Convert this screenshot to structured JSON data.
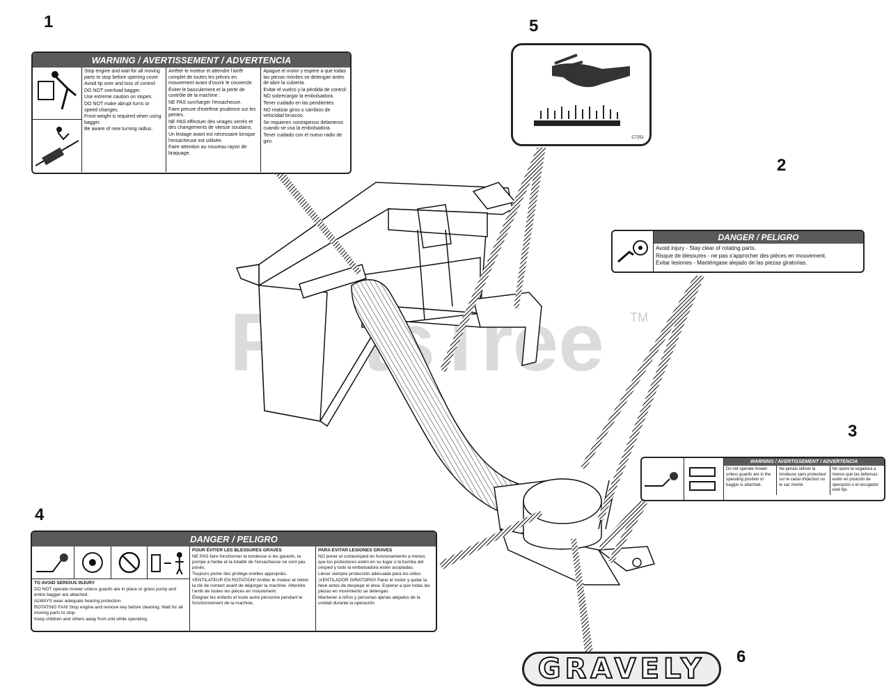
{
  "callouts": [
    "1",
    "2",
    "3",
    "4",
    "5",
    "6"
  ],
  "watermark": "PartsTree",
  "watermark_tm": "TM",
  "decal1": {
    "header": "WARNING / AVERTISSEMENT / ADVERTENCIA",
    "en": [
      "Stop engine and wait for all moving parts to stop before opening cover.",
      "Avoid tip over and loss of control:",
      "DO NOT overload bagger.",
      "Use extreme caution on slopes.",
      "DO NOT make abrupt turns or speed changes.",
      "Front weight is required when using bagger.",
      "Be aware of new turning radius."
    ],
    "fr": [
      "Arrêter le moteur et attendre l'arrêt complet de toutes les pièces en mouvement avant d'ouvrir le couvercle.",
      "Éviter le basculement et la perte de contrôle de la machine :",
      "NE PAS surcharger l'ensacheuse.",
      "Faire preuve d'extrême prudence sur les pentes.",
      "NE PAS effectuer des virages serrés et des changements de vitesse soudains.",
      "Un lestage avant est nécessaire lorsque l'ensacheuse est utilisée.",
      "Faire attention au nouveau rayon de braquage."
    ],
    "es": [
      "Apague el motor y espere a que todas las piezas móviles se detengan antes de abrir la cubierta.",
      "Evitar el vuelco y la pérdida de control:",
      "NO sobrecargar la embolsadora.",
      "Tener cuidado en las pendientes.",
      "NO realizar giros o cambios de velocidad bruscos.",
      "Se requieren contrapesos delanteros cuando se usa la embolsadora.",
      "Tener cuidado con el nuevo radio de giro."
    ]
  },
  "decal2": {
    "header": "DANGER / PELIGRO",
    "lines": [
      "Avoid injury - Stay clear of rotating parts.",
      "Risque de blessures - ne pas s'approcher des pièces en mouvement.",
      "Evitar lesiones - Manténgase alejado de las piezas giratorias."
    ]
  },
  "decal3": {
    "header": "WARNING / AVERTISSEMENT / ADVERTENCIA",
    "en": "Do not operate mower unless guards are in the operating position or bagger is attached.",
    "fr": "Ne jamais utiliser la tondeuse sans protecteur sur le canal d'éjection ou le sac monté.",
    "es": "No opere la segadora a menos que las defensas estén en posición de operación o el recogedor esté fijo."
  },
  "decal4": {
    "header": "DANGER / PELIGRO",
    "en_title": "TO AVOID SERIOUS INJURY",
    "en": [
      "DO NOT operate mower unless guards are in place or grass pump and entire bagger are attached.",
      "ALWAYS wear adequate hearing protection.",
      "ROTATING FAN! Stop engine and remove key before cleaning. Wait for all moving parts to stop.",
      "Keep children and others away from unit while operating."
    ],
    "fr_title": "POUR ÉVITER LES BLESSURES GRAVES",
    "fr": [
      "NE PAS faire fonctionner la tondeuse si les garants, la pompe à herbe et la totalité de l'ensacheuse ne sont pas posés.",
      "Toujours porter des protège-oreilles appropriés.",
      "VENTILATEUR EN ROTATION! Arrêter le moteur et retirer la clé de contact avant de dégorger la machine. Attendre l'arrêt de toutes les pièces en mouvement.",
      "Éloigner les enfants et toute autre personne pendant le fonctionnement de la machine."
    ],
    "es_title": "PARA EVITAR LESIONES GRAVES",
    "es": [
      "NO poner el cortacésped en funcionamiento a menos que los protectores estén en su lugar o la bomba del césped y todo la embolsadora estén acopladas.",
      "Llevar siempre protección adecuada para los oídos.",
      "¡VENTILADOR GIRATORIO! Parar el motor y quitar la llave antes de despejar el área. Esperar a que todas las piezas en movimiento se detengan.",
      "Mantener a niños y personas ajenas alejados de la unidad durante la operación."
    ]
  },
  "decal5": {
    "code": "C7251"
  },
  "decal6": {
    "brand": "GRAVELY"
  }
}
